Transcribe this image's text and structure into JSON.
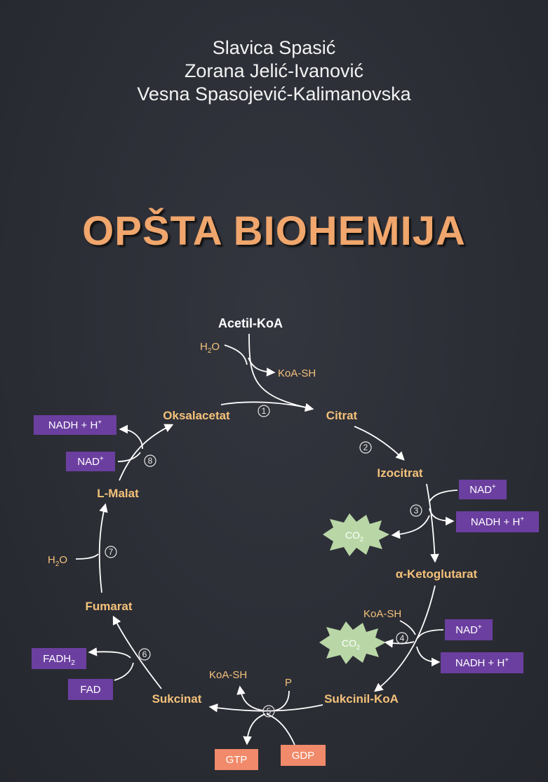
{
  "authors": [
    "Slavica Spasić",
    "Zorana Jelić-Ivanović",
    "Vesna Spasojević-Kalimanovska"
  ],
  "title": "OPŠTA BIOHEMIJA",
  "cycle": {
    "start": "Acetil-KoA",
    "metabolites": {
      "oksalacetat": "Oksalacetat",
      "citrat": "Citrat",
      "izocitrat": "Izocitrat",
      "ketoglutarat": "α-Ketoglutarat",
      "sukcinil": "Sukcinil-KoA",
      "sukcinat": "Sukcinat",
      "fumarat": "Fumarat",
      "malat": "L-Malat"
    },
    "small_labels": {
      "h2o_top": "H",
      "h2o_top_sub": "2",
      "h2o_top_end": "O",
      "koash_top": "KoA-SH",
      "koash_right": "KoA-SH",
      "koash_bottom": "KoA-SH",
      "p": "P",
      "h2o_left": "H",
      "h2o_left_sub": "2",
      "h2o_left_end": "O"
    },
    "steps": [
      "1",
      "2",
      "3",
      "4",
      "5",
      "6",
      "7",
      "8"
    ],
    "boxes": {
      "nadh_8": "NADH + H",
      "nadh_8_sup": "+",
      "nad_8": "NAD",
      "nad_8_sup": "+",
      "nad_3": "NAD",
      "nad_3_sup": "+",
      "nadh_3": "NADH + H",
      "nadh_3_sup": "+",
      "nad_4": "NAD",
      "nad_4_sup": "+",
      "nadh_4": "NADH + H",
      "nadh_4_sup": "+",
      "fadh2": "FADH",
      "fadh2_sub": "2",
      "fad": "FAD",
      "gtp": "GTP",
      "gdp": "GDP"
    },
    "co2": {
      "text": "CO",
      "sub": "2"
    },
    "colors": {
      "background": "#2c2e36",
      "title": "#f0a66c",
      "metabolite": "#f4c27a",
      "purple_box": "#6b3fa0",
      "orange_box": "#f08a6a",
      "co2_fill": "#b9d7a6"
    }
  }
}
